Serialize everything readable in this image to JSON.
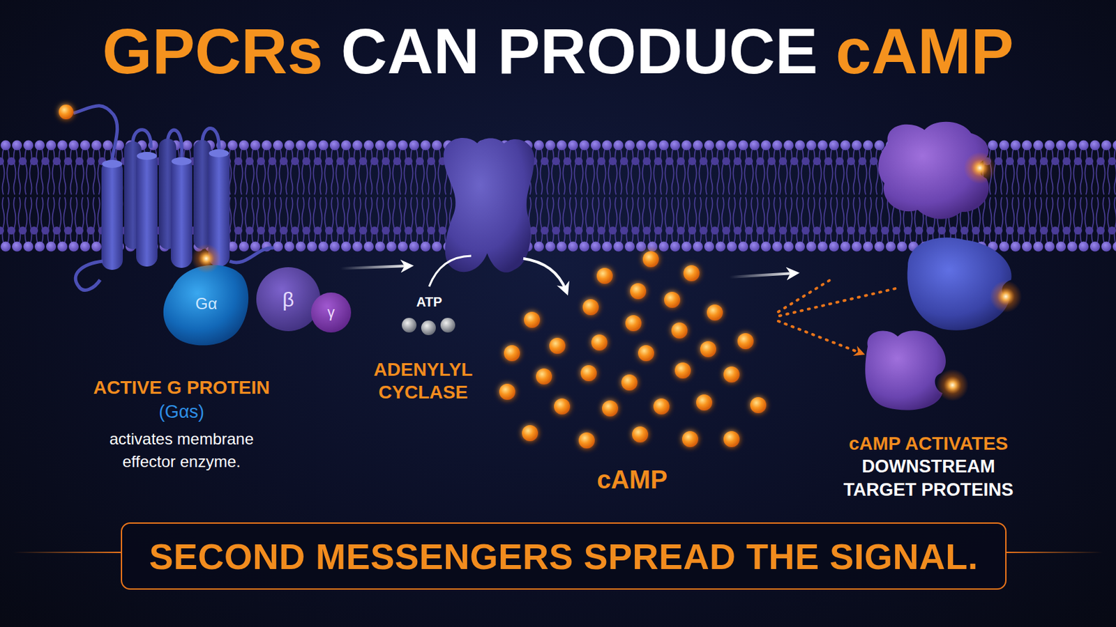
{
  "diagram": {
    "title": "GPCRs CAN PRODUCE cAMP",
    "caption": "SECOND MESSENGERS SPREAD THE SIGNAL.",
    "nodes": [
      {
        "text": [
          "Gα"
        ]
      },
      {
        "text": [
          "β"
        ]
      },
      {
        "text": [
          "γ"
        ]
      }
    ],
    "labels": [
      "ACTIVE G PROTEIN",
      "(Gαs)",
      "activates membrane effector enzyme.",
      "ATP",
      "ADENYLYL CYCLASE",
      "cAMP",
      "cAMP ACTIVATES",
      "DOWNSTREAM TARGET PROTEINS"
    ]
  }
}
